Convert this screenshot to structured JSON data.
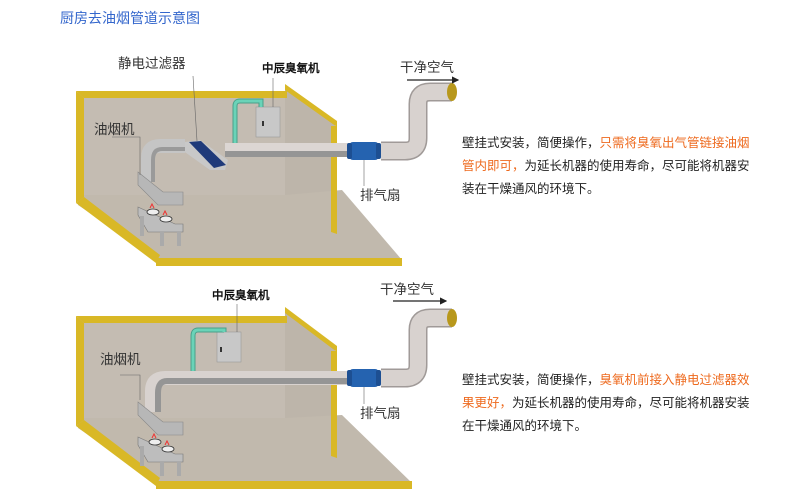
{
  "title": "厨房去油烟管道示意图",
  "colors": {
    "title": "#3366cc",
    "highlight": "#ee6a1e",
    "wall_trim": "#d9b826",
    "wall": "#c4bcb2",
    "floor": "#c1b9ad",
    "duct": "#a9a9a9",
    "fan": "#2563b0",
    "filter": "#1f3a7a",
    "ozone_pipe": "#5cc1a8"
  },
  "diagram1": {
    "labels": {
      "filter": "静电过滤器",
      "ozone_machine": "中辰臭氧机",
      "clean_air": "干净空气",
      "range_hood": "油烟机",
      "exhaust_fan": "排气扇"
    },
    "description": {
      "prefix": "壁挂式安装，简便操作，",
      "highlight": "只需将臭氧出气管链接油烟管内即可，",
      "suffix": "为延长机器的使用寿命，尽可能将机器安装在干燥通风的环境下。"
    }
  },
  "diagram2": {
    "labels": {
      "ozone_machine": "中辰臭氧机",
      "clean_air": "干净空气",
      "range_hood": "油烟机",
      "exhaust_fan": "排气扇"
    },
    "description": {
      "prefix": "壁挂式安装，简便操作，",
      "highlight": "臭氧机前接入静电过滤器效果更好，",
      "suffix": "为延长机器的使用寿命，尽可能将机器安装在干燥通风的环境下。"
    }
  }
}
